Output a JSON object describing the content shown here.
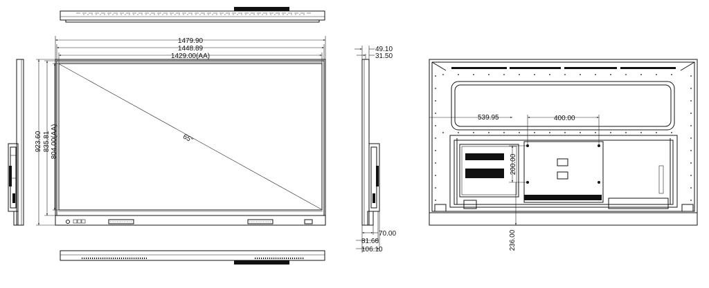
{
  "front": {
    "width_outer": "1479.90",
    "width_bezel": "1448.89",
    "width_active": "1429.00(AA)",
    "height_outer": "923.60",
    "height_bezel": "835.81",
    "height_active": "804.00(AA)",
    "diagonal": "65\""
  },
  "side": {
    "depth_top_outer": "49.10",
    "depth_top_inner": "31.50",
    "depth_bottom_a": "70.00",
    "depth_bottom_b": "81.60",
    "depth_bottom_c": "106.10"
  },
  "back": {
    "offset_x": "539.95",
    "vesa_x": "400.00",
    "vesa_y": "200.00",
    "bottom_offset": "236.00"
  }
}
